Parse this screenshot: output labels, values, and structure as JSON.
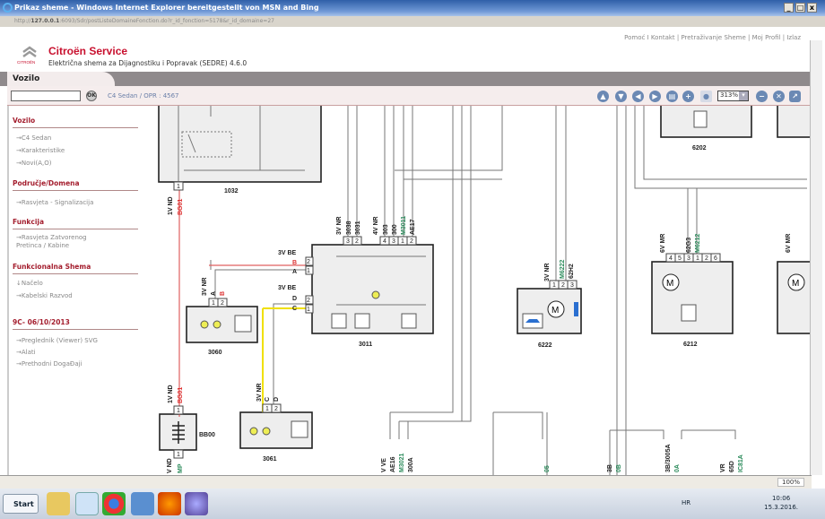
{
  "window": {
    "title": "Prikaz sheme - Windows Internet Explorer bereitgestellt von MSN and Bing",
    "url_prefix": "http://",
    "url_host": "127.0.0.1",
    "url_rest": ":6093/Sdr/postListeDomaineFonction.do?r_id_fonction=5178&r_id_domaine=27",
    "min": "_",
    "max": "□",
    "close": "x"
  },
  "header": {
    "links": "Pomoć I Kontakt  |  Pretraživanje Sheme  |  Moj Profil  |  Izlaz",
    "brand": "Citroën Service",
    "logo_text": "CITROËN",
    "subtitle": "Električna shema za Dijagnostiku i Popravak (SEDRE) 4.6.0"
  },
  "tab": "Vozilo",
  "toolbar": {
    "search_value": "",
    "ok": "OK",
    "breadcrumb": "C4 Sedan  /  OPR : 4567",
    "zoom": "313%"
  },
  "sidebar": [
    {
      "heading": "Vozilo",
      "items": [
        "→C4 Sedan",
        "→Karakteristike",
        "→Novi(A,O)"
      ]
    },
    {
      "heading": "Područje/Domena",
      "items": [
        "→Rasvjeta - Signalizacija"
      ]
    },
    {
      "heading": "Funkcija",
      "items": [
        "→Rasvjeta Zatvorenog Pretinca / Kabine"
      ]
    },
    {
      "heading": "Funkcionalna Shema",
      "items": [
        "↓Načelo",
        "→Kabelski Razvod"
      ]
    },
    {
      "heading": "9C- 06/10/2013",
      "items": [
        "→Preglednik (Viewer) SVG",
        "→Alati",
        "→Prethodni DogaĐaji"
      ]
    }
  ],
  "diagram": {
    "components": {
      "c1032": "1032",
      "c3060": "3060",
      "c3011": "3011",
      "bb00": "BB00",
      "c3061": "3061",
      "c6222": "6222",
      "c6212": "6212",
      "c6202": "6202"
    },
    "wires": {
      "w1": "1V ND",
      "bg01": "BG01",
      "nr3": "3V NR",
      "w3038": "3038",
      "w3031": "3031",
      "nr4": "4V NR",
      "w303": "303",
      "w300": "300",
      "m3011": "M3011",
      "ae17": "AE17",
      "be3": "3V BE",
      "b": "B",
      "a": "A",
      "d": "D",
      "c": "C",
      "m6222": "M6222",
      "h62": "62H2",
      "mr6": "6V MR",
      "g62": "62G3",
      "m6212": "M6212",
      "mp": "MP",
      "vnd": "V ND",
      "vve": "V VE",
      "ae16": "AE16",
      "m3021": "M3021",
      "w300a": "300A",
      "w05": "05",
      "w3b": "3B",
      "w3b2005": "3B/3005A",
      "w0b": "0B",
      "w0a": "0A",
      "vr": "VR",
      "w65d": "65D",
      "ic81": "IC81A"
    },
    "pins": {
      "p1": "1",
      "p2": "2",
      "p3": "3",
      "p4": "4",
      "p5": "5",
      "p6": "6"
    },
    "motor": "M"
  },
  "status": {
    "zoom": "100%"
  },
  "taskbar": {
    "start": "Start",
    "lang": "HR",
    "time": "10:06",
    "date": "15.3.2016."
  },
  "colors": {
    "brand": "#c8102e",
    "red_wire": "#d9534f",
    "yellow_wire": "#f0e000",
    "green_label": "#2a8a5a"
  }
}
